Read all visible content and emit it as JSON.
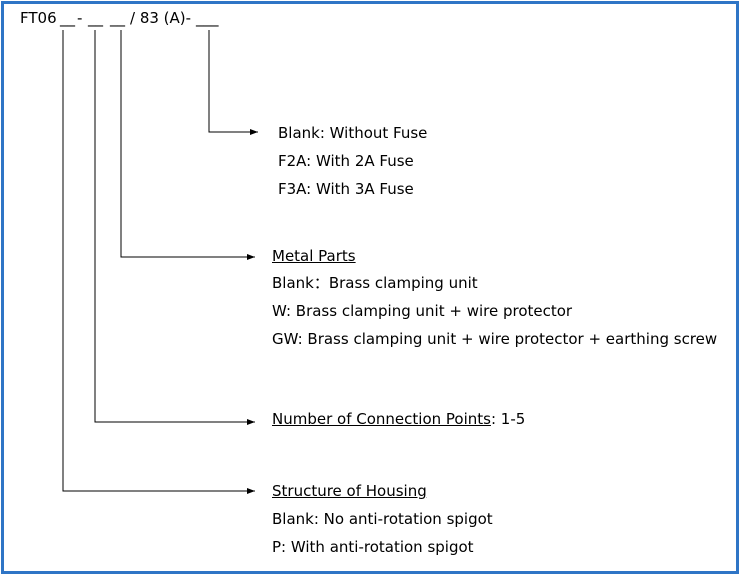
{
  "code": {
    "prefix": "FT06",
    "slot_a": "__",
    "dash1": "-",
    "slot_b": "__",
    "slot_c": "__",
    "middle": "/ 83 (A)-",
    "slot_d": "___"
  },
  "groups": [
    {
      "id": "fuse",
      "title": "",
      "title_suffix": "",
      "lines": [
        "Blank: Without Fuse",
        "F2A: With 2A Fuse",
        "F3A: With 3A Fuse"
      ]
    },
    {
      "id": "metal",
      "title": "Metal Parts",
      "title_suffix": "",
      "lines": [
        "Blank：Brass clamping unit",
        "W: Brass clamping unit + wire protector",
        "GW: Brass clamping unit + wire protector + earthing screw"
      ]
    },
    {
      "id": "points",
      "title": "Number of Connection Points",
      "title_suffix": ": 1-5",
      "lines": []
    },
    {
      "id": "housing",
      "title": "Structure of Housing",
      "title_suffix": "",
      "lines": [
        "Blank: No anti-rotation spigot",
        "P: With anti-rotation spigot"
      ]
    }
  ],
  "colors": {
    "border": "#2e75c6",
    "line": "#000000"
  }
}
